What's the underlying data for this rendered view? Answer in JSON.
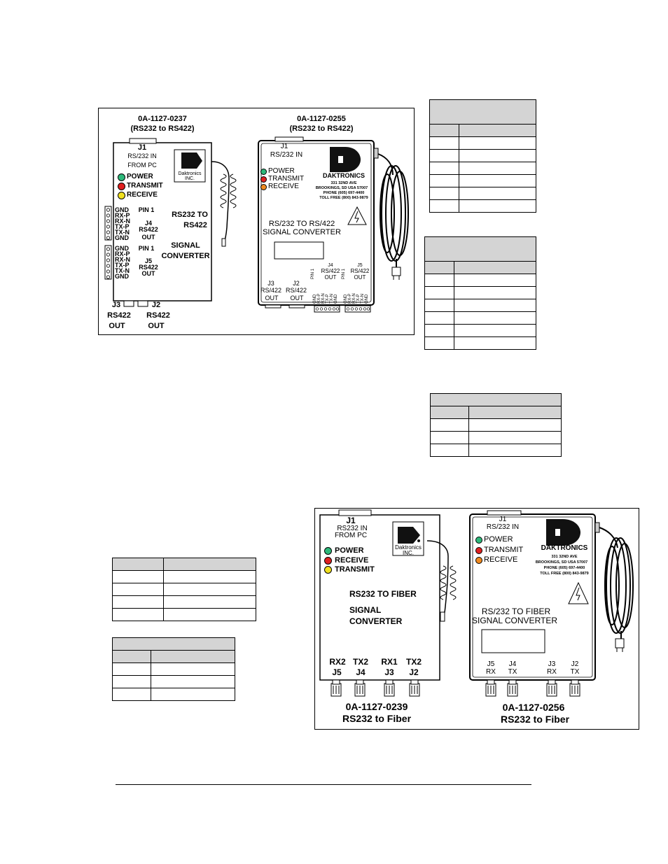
{
  "fig1": {
    "left_model": {
      "part": "0A-1127-0237",
      "desc": "(RS232 to RS422)"
    },
    "right_model": {
      "part": "0A-1127-0255",
      "desc": "(RS232 to RS422)"
    },
    "left_box": {
      "j1": "J1",
      "j1_sub1": "RS/232 IN",
      "j1_sub2": "FROM PC",
      "logo_line1": "Daktronics",
      "logo_line2": "INC.",
      "leds": [
        {
          "label": "POWER",
          "color": "#2db87a"
        },
        {
          "label": "TRANSMIT",
          "color": "#e02020"
        },
        {
          "label": "RECEIVE",
          "color": "#f0e020"
        }
      ],
      "title_line1": "RS232 TO",
      "title_line2": "RS422",
      "title_line3": "SIGNAL",
      "title_line4": "CONVERTER",
      "pin_labels": [
        "GND",
        "RX-P",
        "RX-N",
        "TX-P",
        "TX-N",
        "GND"
      ],
      "j4_pin1": "PIN 1",
      "j4": "J4",
      "j4_sub1": "RS422",
      "j4_sub2": "OUT",
      "j5_pin1": "PIN 1",
      "j5": "J5",
      "j5_sub1": "RS422",
      "j5_sub2": "OUT",
      "j3": "J3",
      "j3_sub1": "RS422",
      "j3_sub2": "OUT",
      "j2": "J2",
      "j2_sub1": "RS422",
      "j2_sub2": "OUT"
    },
    "right_box": {
      "j1": "J1",
      "j1_sub": "RS/232 IN",
      "leds": [
        {
          "label": "POWER",
          "color": "#2db87a"
        },
        {
          "label": "TRANSMIT",
          "color": "#e02020"
        },
        {
          "label": "RECEIVE",
          "color": "#f08a20"
        }
      ],
      "brand": "DAKTRONICS",
      "address": [
        "331 32ND AVE",
        "BROOKINGS, SD USA 57007",
        "PHONE (605) 697-4400",
        "TOLL FREE (800) 843-9879"
      ],
      "title_line1": "RS/232 TO RS/422",
      "title_line2": "SIGNAL CONVERTER",
      "j3": "J3",
      "j3_sub1": "RS/422",
      "j3_sub2": "OUT",
      "j2": "J2",
      "j2_sub1": "RS/422",
      "j2_sub2": "OUT",
      "j4": "J4",
      "j4_sub1": "RS/422",
      "j4_sub2": "OUT",
      "j5": "J5",
      "j5_sub1": "RS/422",
      "j5_sub2": "OUT",
      "pin1": "PIN 1"
    }
  },
  "fig2": {
    "left_model": {
      "part": "0A-1127-0239",
      "desc": "RS232 to Fiber"
    },
    "right_model": {
      "part": "0A-1127-0256",
      "desc": "RS232 to Fiber"
    },
    "left_box": {
      "j1": "J1",
      "j1_sub1": "RS232 IN",
      "j1_sub2": "FROM PC",
      "logo_line1": "Daktronics",
      "logo_line2": "INC.",
      "leds": [
        {
          "label": "POWER",
          "color": "#2db87a"
        },
        {
          "label": "RECEIVE",
          "color": "#e02020"
        },
        {
          "label": "TRANSMIT",
          "color": "#f0e020"
        }
      ],
      "title_line1": "RS232 TO FIBER",
      "title_line2": "SIGNAL",
      "title_line3": "CONVERTER",
      "ports": [
        {
          "top": "RX2",
          "bottom": "J5"
        },
        {
          "top": "TX2",
          "bottom": "J4"
        },
        {
          "top": "RX1",
          "bottom": "J3"
        },
        {
          "top": "TX2",
          "bottom": "J2"
        }
      ]
    },
    "right_box": {
      "j1": "J1",
      "j1_sub": "RS/232 IN",
      "leds": [
        {
          "label": "POWER",
          "color": "#2db87a"
        },
        {
          "label": "TRANSMIT",
          "color": "#e02020"
        },
        {
          "label": "RECEIVE",
          "color": "#f08a20"
        }
      ],
      "brand": "DAKTRONICS",
      "address": [
        "331 32ND AVE",
        "BROOKINGS, SD USA 57007",
        "PHONE (605) 697-4400",
        "TOLL FREE (800) 843-9879"
      ],
      "title_line1": "RS/232 TO FIBER",
      "title_line2": "SIGNAL CONVERTER",
      "ports": [
        {
          "top": "J5",
          "bottom": "RX"
        },
        {
          "top": "J4",
          "bottom": "TX"
        },
        {
          "top": "J3",
          "bottom": "RX"
        },
        {
          "top": "J2",
          "bottom": "TX"
        }
      ]
    }
  }
}
